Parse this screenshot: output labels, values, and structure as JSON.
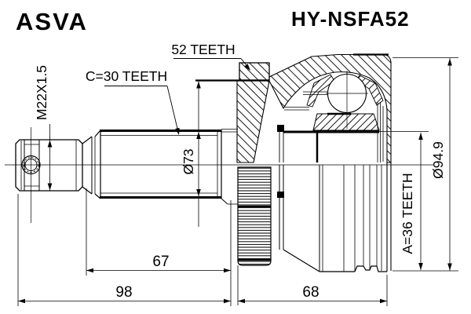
{
  "header": {
    "brand": "ASVA",
    "part_number": "HY-NSFA52"
  },
  "callouts": {
    "abs_ring_teeth": "52 TEETH",
    "inner_joint_spline": "C=30 TEETH",
    "thread_spec": "M22X1.5",
    "boot_diameter": "Ø73",
    "hub_spline_teeth": "A=36 TEETH",
    "outer_diameter": "Ø94.9"
  },
  "dimensions": {
    "boot_section_length": "67",
    "shaft_section_length": "98",
    "housing_section_length": "68"
  },
  "colors": {
    "ink": "#000000",
    "paper": "#ffffff"
  }
}
